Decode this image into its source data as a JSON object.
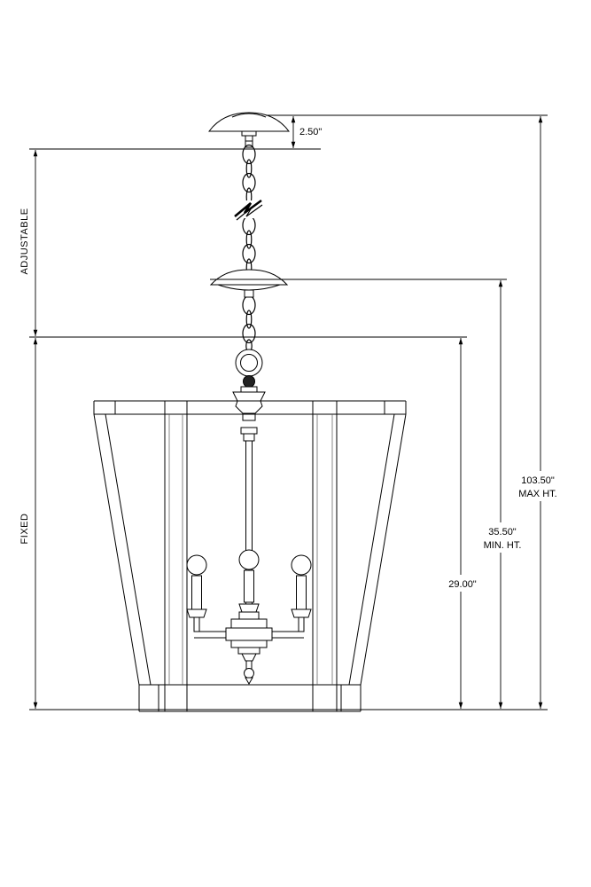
{
  "drawing": {
    "kind": "pendant-fixture-dimension-drawing",
    "labels": {
      "adjustable": "ADJUSTABLE",
      "fixed": "FIXED"
    },
    "dimensions": {
      "canopy_drop": "2.50\"",
      "max_height_value": "103.50\"",
      "max_height_label": "MAX HT.",
      "min_height_value": "35.50\"",
      "min_height_label": "MIN. HT.",
      "fixture_height": "29.00\""
    },
    "line_color": "#000000",
    "background_color": "#ffffff"
  }
}
